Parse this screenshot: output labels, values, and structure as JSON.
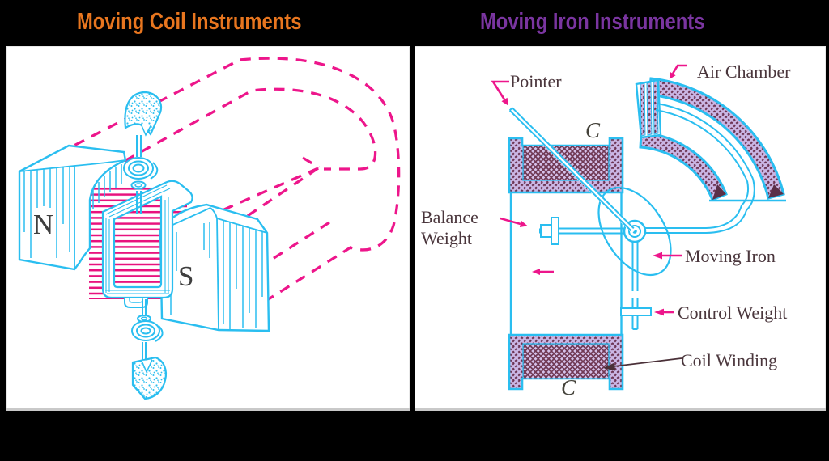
{
  "titles": {
    "left": "Moving Coil Instruments",
    "right": "Moving Iron Instruments"
  },
  "colors": {
    "page_bg": "#000000",
    "panel_bg": "#ffffff",
    "title_orange": "#e8761f",
    "title_purple": "#7a35a0",
    "cyan_line": "#2abef0",
    "magenta_dash": "#ed168b",
    "winding_pink": "#e8127e",
    "lavender_fill": "#cbb7e6",
    "hatch_dark": "#6b3352",
    "wedge_dark": "#5a2f47",
    "label_dark": "#4a363c",
    "pole_letter_dark": "#3f3f3f",
    "coil_arrow_dark": "#4a3038"
  },
  "left_diagram": {
    "pole_labels": {
      "north": "N",
      "south": "S"
    }
  },
  "right_diagram": {
    "labels": {
      "pointer": "Pointer",
      "air_chamber": "Air Chamber",
      "coil_top": "C",
      "coil_bottom": "C",
      "balance_weight_line1": "Balance",
      "balance_weight_line2": "Weight",
      "moving_iron": "Moving Iron",
      "control_weight": "Control Weight",
      "coil_winding": "Coil Winding"
    }
  }
}
